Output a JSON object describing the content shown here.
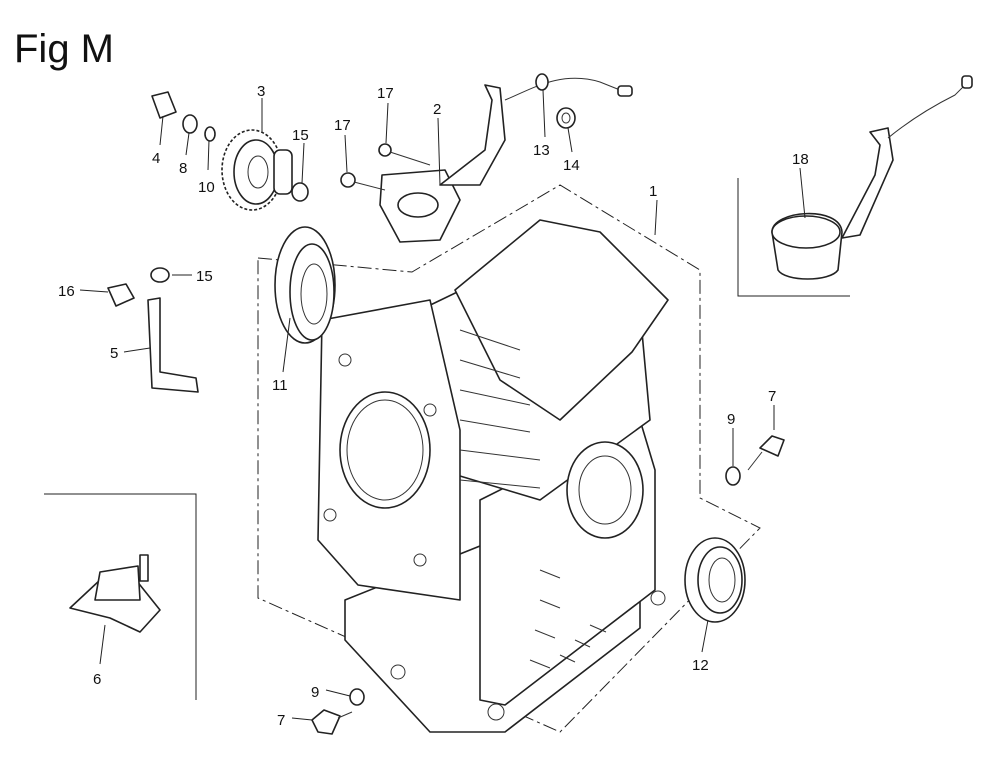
{
  "figure_title": "Fig M",
  "callouts": [
    "1",
    "2",
    "3",
    "4",
    "5",
    "6",
    "7",
    "7",
    "8",
    "9",
    "9",
    "10",
    "11",
    "12",
    "13",
    "14",
    "15",
    "15",
    "16",
    "17",
    "17",
    "18"
  ]
}
